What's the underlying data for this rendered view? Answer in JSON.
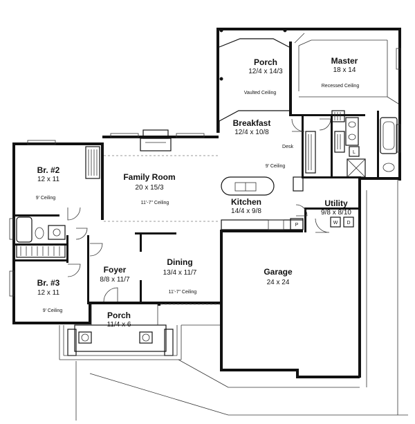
{
  "rooms": {
    "porch_rear": {
      "name": "Porch",
      "dims": "12/4 x 14/3",
      "note": "Vaulted Ceiling"
    },
    "master": {
      "name": "Master",
      "dims": "18 x 14",
      "note": "Recessed Ceiling"
    },
    "breakfast": {
      "name": "Breakfast",
      "dims": "12/4 x 10/8",
      "note": "9' Ceiling"
    },
    "br2": {
      "name": "Br. #2",
      "dims": "12 x 11",
      "note": "9' Ceiling"
    },
    "family": {
      "name": "Family Room",
      "dims": "20 x 15/3",
      "note": "11'-7\" Ceiling"
    },
    "kitchen": {
      "name": "Kitchen",
      "dims": "14/4 x 9/8"
    },
    "utility": {
      "name": "Utility",
      "dims": "9/8 x 8/10"
    },
    "foyer": {
      "name": "Foyer",
      "dims": "8/8 x 11/7"
    },
    "dining": {
      "name": "Dining",
      "dims": "13/4 x 11/7",
      "note": "11'-7\" Ceiling"
    },
    "br3": {
      "name": "Br. #3",
      "dims": "12 x 11",
      "note": "9' Ceiling"
    },
    "garage": {
      "name": "Garage",
      "dims": "24 x 24"
    },
    "porch_front": {
      "name": "Porch",
      "dims": "11/4 x 6"
    }
  },
  "fixtures": {
    "desk": "Desk",
    "pantry": "P",
    "linen": "L",
    "washer": "W",
    "dryer": "D"
  }
}
